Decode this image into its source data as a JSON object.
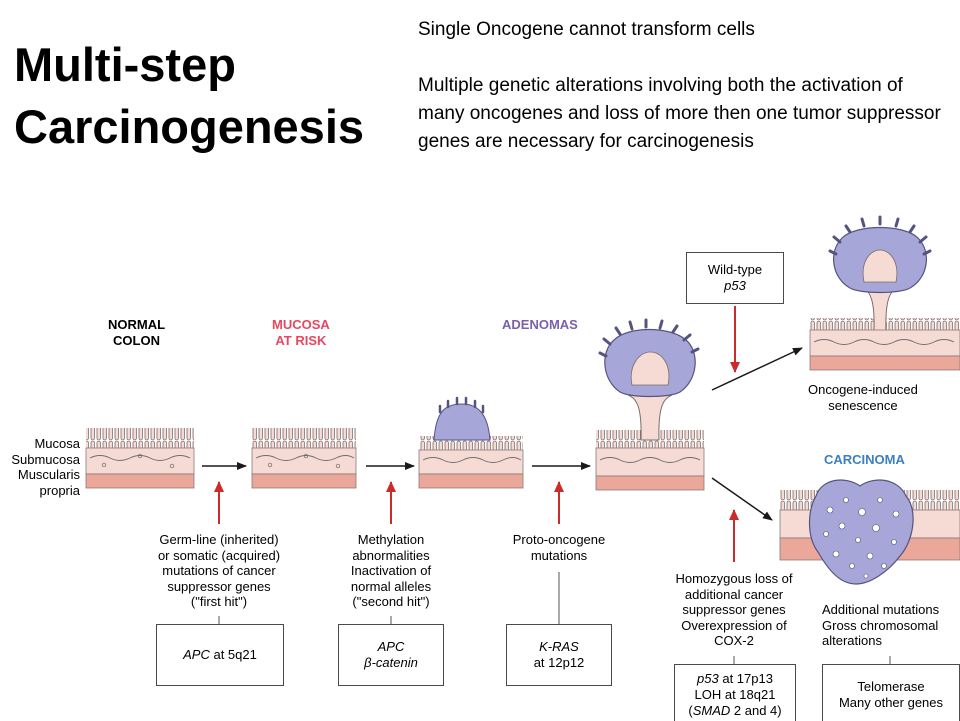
{
  "slide": {
    "title_lines": [
      "Multi-step",
      "Carcinogenesis"
    ],
    "intro_line1": "Single Oncogene cannot transform cells",
    "intro_line2": "Multiple genetic alterations involving both the activation of many oncogenes and loss of more then one tumor suppressor genes are necessary for carcinogenesis"
  },
  "stages": {
    "normal": [
      "NORMAL",
      "COLON"
    ],
    "risk": [
      "MUCOSA",
      "AT RISK"
    ],
    "adenomas": "ADENOMAS",
    "carcinoma": "CARCINOMA",
    "senescence": [
      "Oncogene-induced",
      "senescence"
    ]
  },
  "layers": [
    "Mucosa",
    "Submucosa",
    "Muscularis",
    "propria"
  ],
  "events": {
    "germline": [
      "Germ-line (inherited)",
      "or somatic (acquired)",
      "mutations of cancer",
      "suppressor genes",
      "(\"first hit\")"
    ],
    "methylation": [
      "Methylation",
      "abnormalities",
      "Inactivation of",
      "normal alleles",
      "(\"second hit\")"
    ],
    "protooncogene": [
      "Proto-oncogene",
      "mutations"
    ],
    "homozygous": [
      "Homozygous loss of",
      "additional cancer",
      "suppressor genes",
      "Overexpression of",
      "COX-2"
    ],
    "additional": [
      "Additional mutations",
      "Gross chromosomal",
      "alterations"
    ]
  },
  "gene_boxes": {
    "apc_5q21": {
      "gene": "APC",
      "locus": " at 5q21"
    },
    "apc_catenin": [
      "APC",
      "β-catenin"
    ],
    "kras": [
      "K-RAS",
      "at 12p12"
    ],
    "p53_loh": {
      "gene": "p53",
      "locus": " at 17p13",
      "line2": "LOH at 18q21",
      "line3_open": "(",
      "line3_gene": "SMAD",
      "line3_rest": " 2 and 4)"
    },
    "telomerase": [
      "Telomerase",
      "Many other genes"
    ],
    "wildtype": {
      "line1": "Wild-type",
      "gene": "p53"
    }
  },
  "colors": {
    "red_arrow": "#cc2b2b",
    "mucosa_pink": "#f6dad4",
    "muscle_salmon": "#eca79b",
    "tumor_purple": "#a7a6d8",
    "stage_red": "#e8475f",
    "stage_purple": "#7a5fb0",
    "stage_blue": "#3b7fc4"
  }
}
